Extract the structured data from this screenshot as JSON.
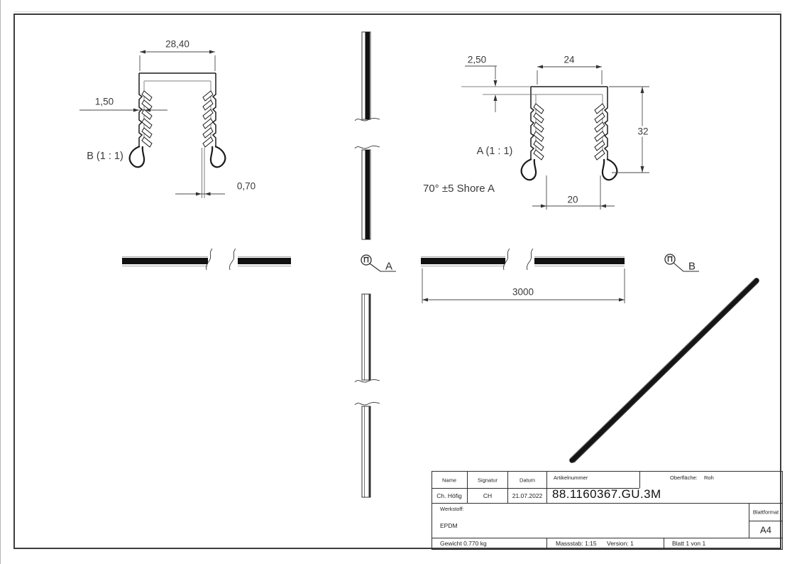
{
  "drawing": {
    "detail_b": {
      "label": "B (1 : 1)",
      "dim_width": "28,40",
      "dim_wall": "1,50",
      "dim_bottom_wall": "0,70"
    },
    "detail_a": {
      "label": "A (1 : 1)",
      "hardness_note": "70° ±5 Shore A",
      "dim_top_wall": "2,50",
      "dim_inner_width": "24",
      "dim_height": "32",
      "dim_gap": "20"
    },
    "front_view": {
      "dim_length": "3000"
    },
    "view_markers": {
      "a": "A",
      "b": "B"
    }
  },
  "title_block": {
    "col_name": {
      "header": "Name",
      "value": "Ch. Höfig"
    },
    "col_signatur": {
      "header": "Signatur",
      "value": "CH"
    },
    "col_datum": {
      "header": "Datum",
      "value": "21.07.2022"
    },
    "artikelnummer": {
      "header": "Artikelnummer",
      "value": "88.1160367.GU.3M"
    },
    "oberflaeche": {
      "label": "Oberfläche:",
      "value": "Roh"
    },
    "werkstoff": {
      "label": "Werkstoff:",
      "value": "EPDM"
    },
    "blattformat": {
      "label": "Blattformat",
      "value": "A4"
    },
    "gewicht": "Gewicht 0.770 kg",
    "massstab": "Massstab: 1:15",
    "version": "Version: 1",
    "blatt": "Blatt 1 von 1"
  }
}
